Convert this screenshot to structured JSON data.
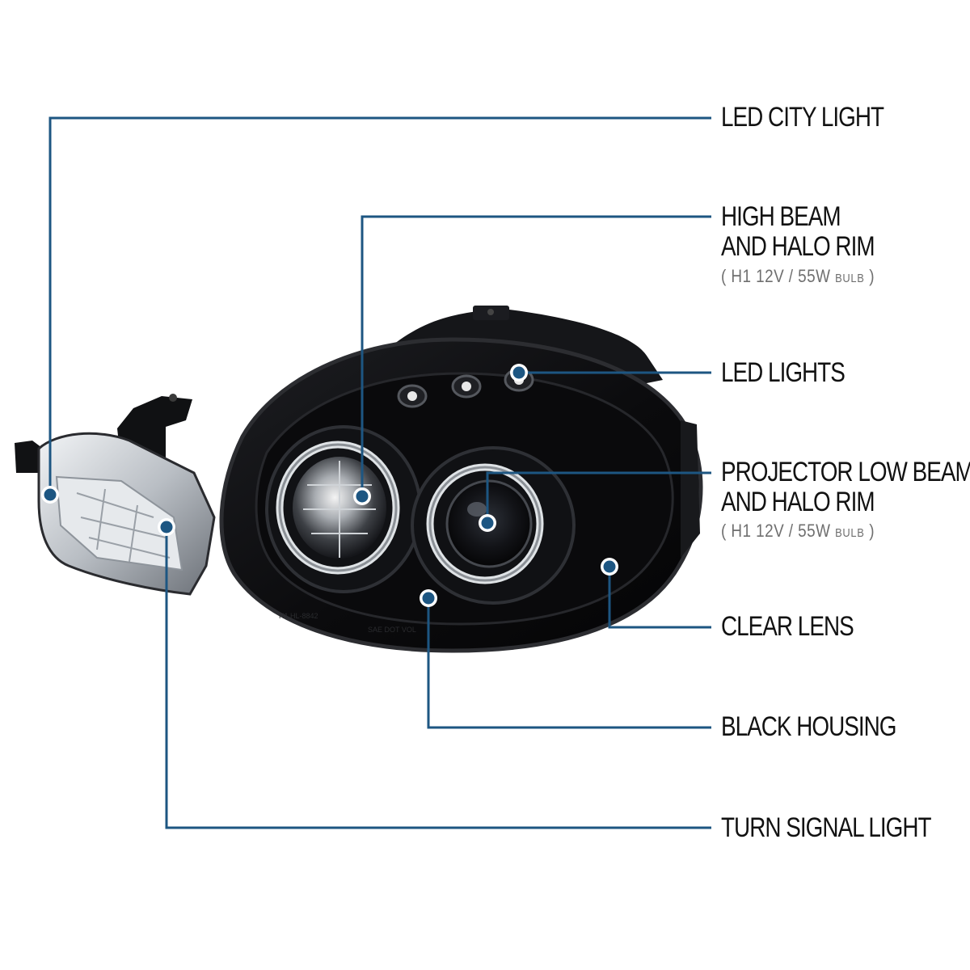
{
  "colors": {
    "leader": "#1d5682",
    "dot": "#1d5682",
    "dot_ring": "#ffffff",
    "text": "#121212",
    "subtext": "#6f6f6f",
    "housing": "#0c0c0e"
  },
  "callouts": [
    {
      "id": "led-city-light",
      "lines": [
        "LED CITY LIGHT"
      ]
    },
    {
      "id": "high-beam",
      "lines": [
        "HIGH BEAM",
        "AND HALO RIM"
      ],
      "spec": {
        "open": "(",
        "text": "H1  12V / 55W",
        "small": "BULB",
        "close": ")"
      }
    },
    {
      "id": "led-lights",
      "lines": [
        "LED LIGHTS"
      ]
    },
    {
      "id": "projector-low-beam",
      "lines": [
        "PROJECTOR LOW BEAM",
        "AND HALO RIM"
      ],
      "spec": {
        "open": "(",
        "text": "H1  12V / 55W",
        "small": "BULB",
        "close": ")"
      }
    },
    {
      "id": "clear-lens",
      "lines": [
        "CLEAR LENS"
      ]
    },
    {
      "id": "black-housing",
      "lines": [
        "BLACK HOUSING"
      ]
    },
    {
      "id": "turn-signal-light",
      "lines": [
        "TURN SIGNAL LIGHT"
      ]
    }
  ]
}
